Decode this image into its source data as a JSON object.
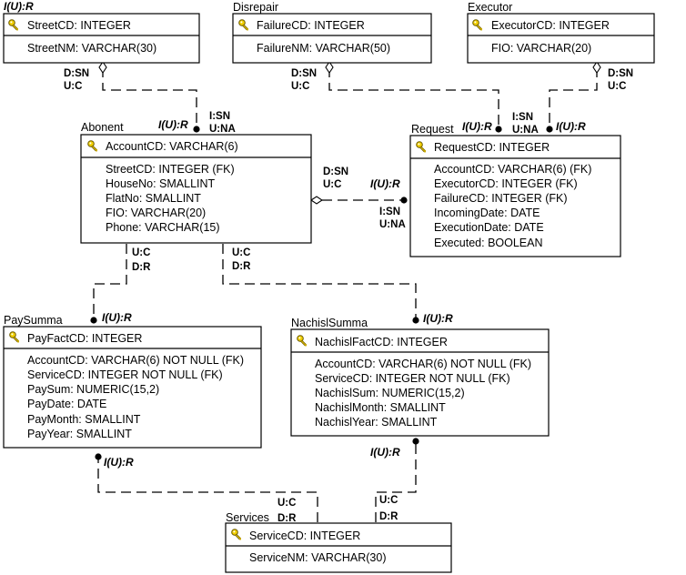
{
  "entities": {
    "street": {
      "name": "",
      "key_field": "StreetCD: INTEGER",
      "fields": [
        "StreetNM: VARCHAR(30)"
      ]
    },
    "disrepair": {
      "name": "Disrepair",
      "key_field": "FailureCD: INTEGER",
      "fields": [
        "FailureNM: VARCHAR(50)"
      ]
    },
    "executor": {
      "name": "Executor",
      "key_field": "ExecutorCD: INTEGER",
      "fields": [
        "FIO: VARCHAR(20)"
      ]
    },
    "abonent": {
      "name": "Abonent",
      "key_field": "AccountCD: VARCHAR(6)",
      "fields": [
        "StreetCD: INTEGER (FK)",
        "HouseNo: SMALLINT",
        "FlatNo: SMALLINT",
        "FIO: VARCHAR(20)",
        "Phone: VARCHAR(15)"
      ]
    },
    "request": {
      "name": "Request",
      "key_field": "RequestCD: INTEGER",
      "fields": [
        "AccountCD: VARCHAR(6) (FK)",
        "ExecutorCD: INTEGER (FK)",
        "FailureCD: INTEGER (FK)",
        "IncomingDate: DATE",
        "ExecutionDate: DATE",
        "Executed: BOOLEAN"
      ]
    },
    "paysumma": {
      "name": "PaySumma",
      "key_field": "PayFactCD: INTEGER",
      "fields": [
        "AccountCD: VARCHAR(6) NOT NULL (FK)",
        "ServiceCD: INTEGER NOT NULL (FK)",
        "PaySum: NUMERIC(15,2)",
        "PayDate: DATE",
        "PayMonth: SMALLINT",
        "PayYear: SMALLINT"
      ]
    },
    "nachislsumma": {
      "name": "NachislSumma",
      "key_field": "NachislFactCD: INTEGER",
      "fields": [
        "AccountCD: VARCHAR(6) NOT NULL (FK)",
        "ServiceCD: INTEGER NOT NULL (FK)",
        "NachislSum: NUMERIC(15,2)",
        "NachislMonth: SMALLINT",
        "NachislYear: SMALLINT"
      ]
    },
    "services": {
      "name": "Services",
      "key_field": "ServiceCD: INTEGER",
      "fields": [
        "ServiceNM: VARCHAR(30)"
      ]
    }
  },
  "labels": {
    "street_top": "I(U):R",
    "street_abonent_parent": [
      "D:SN",
      "U:C"
    ],
    "street_abonent_child": [
      "I(U):R",
      "I:SN",
      "U:NA"
    ],
    "disrepair_request_parent": [
      "D:SN",
      "U:C"
    ],
    "executor_request_parent": [
      "D:SN",
      "U:C"
    ],
    "request_top": [
      "I(U):R",
      "I:SN",
      "U:NA",
      "I(U):R"
    ],
    "abonent_request_parent": [
      "D:SN",
      "U:C"
    ],
    "abonent_request_child": [
      "I(U):R",
      "I:SN",
      "U:NA"
    ],
    "abonent_pay_parent": [
      "U:C",
      "D:R"
    ],
    "abonent_nachisl_parent": [
      "U:C",
      "D:R"
    ],
    "pay_child": "I(U):R",
    "nachisl_child": "I(U):R",
    "pay_bottom": "I(U):R",
    "nachisl_bottom": "I(U):R",
    "services_left": [
      "U:C",
      "D:R"
    ],
    "services_right": [
      "U:C",
      "D:R"
    ]
  },
  "icons": {
    "key": "key-icon"
  }
}
